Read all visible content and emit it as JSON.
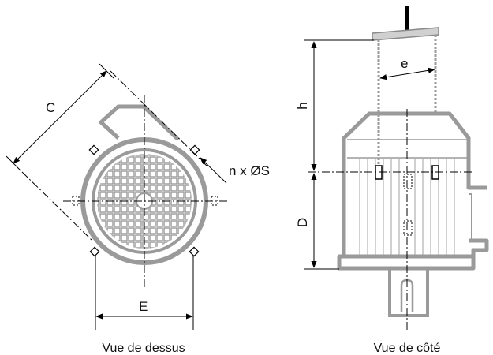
{
  "top_view": {
    "caption": "Vue de dessus",
    "dim_C": "C",
    "dim_E": "E",
    "hole_label": "n x ØS"
  },
  "side_view": {
    "caption": "Vue de côté",
    "dim_e": "e",
    "dim_h": "h",
    "dim_D": "D"
  },
  "colors": {
    "outline_grey": "#9a9a9a",
    "line_black": "#000000",
    "grille_fill": "#ffffff"
  }
}
